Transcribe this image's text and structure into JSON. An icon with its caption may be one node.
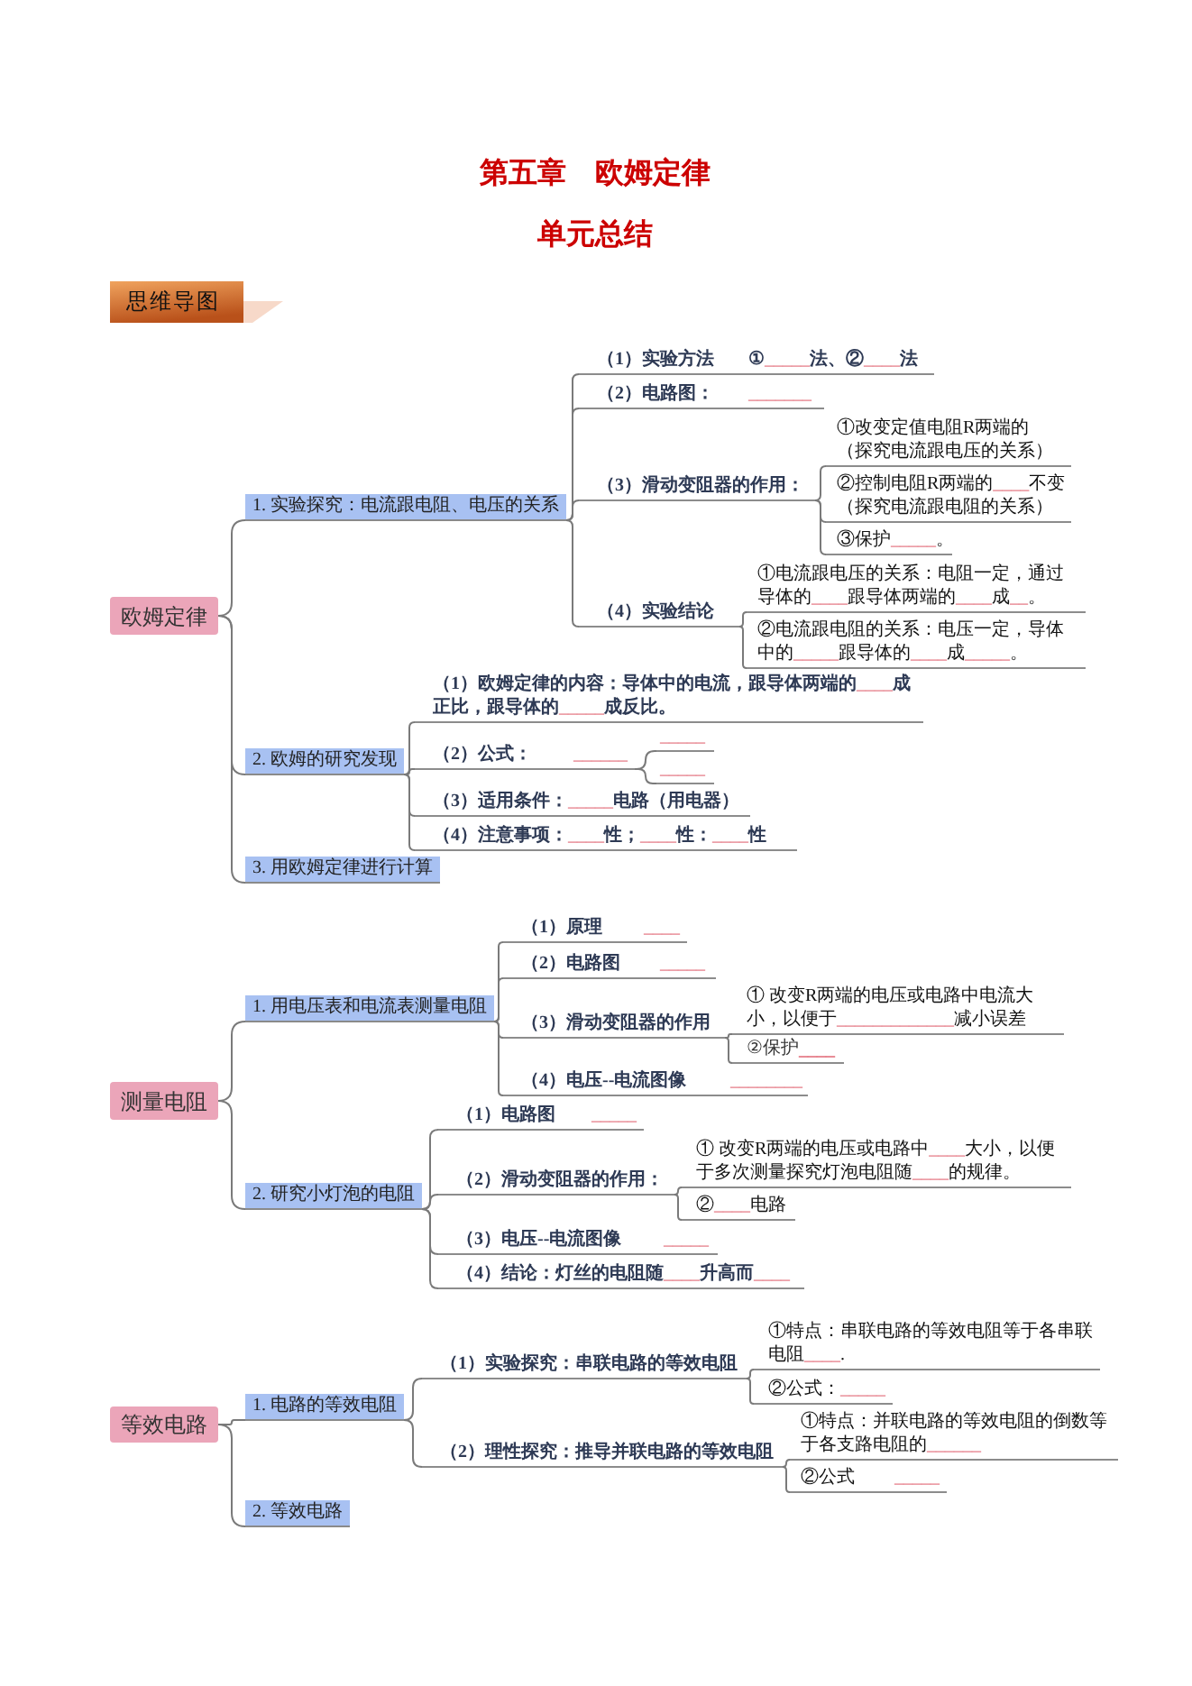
{
  "diagram": {
    "title": "第五章　欧姆定律",
    "nodes": [
      {
        "text": [
          "欧姆定律"
        ]
      },
      {
        "text": [
          "1. 实验探究：电流跟电阻、电压的关系"
        ]
      },
      {
        "text": [
          "（1）实验方法",
          "①_____法、②____法"
        ]
      },
      {
        "text": [
          "（2）电路图：",
          "_______"
        ]
      },
      {
        "text": [
          "（3）滑动变阻器的作用："
        ]
      },
      {
        "text": [
          "①改变定值电阻R两端的（探究电流跟电压的关系）"
        ]
      },
      {
        "text": [
          "②控制电阻R两端的____不变（探究电流跟电阻的关系）"
        ]
      },
      {
        "text": [
          "③保护_____。"
        ]
      },
      {
        "text": [
          "（4）实验结论"
        ]
      },
      {
        "text": [
          "①电流跟电压的关系：电阻一定，通过导体的____跟导体两端的____成__。"
        ]
      },
      {
        "text": [
          "②电流跟电阻的关系：电压一定，导体中的_____跟导体的____成_____。"
        ]
      },
      {
        "text": [
          "2. 欧姆的研究发现"
        ]
      },
      {
        "text": [
          "（1）欧姆定律的内容：导体中的电流，跟导体两端的____成正比，跟导体的_____成反比。"
        ]
      },
      {
        "text": [
          "（2）公式：",
          "______"
        ]
      },
      {
        "text": [
          "_____"
        ]
      },
      {
        "text": [
          "_____"
        ]
      },
      {
        "text": [
          "（3）适用条件：_____电路（用电器）"
        ]
      },
      {
        "text": [
          "（4）注意事项：____性；____性：____性"
        ]
      },
      {
        "text": [
          "3. 用欧姆定律进行计算"
        ]
      },
      {
        "text": [
          "测量电阻"
        ]
      },
      {
        "text": [
          "1. 用电压表和电流表测量电阻"
        ]
      },
      {
        "text": [
          "（1）原理",
          "____"
        ]
      },
      {
        "text": [
          "（2）电路图",
          "_____"
        ]
      },
      {
        "text": [
          "（3）滑动变阻器的作用"
        ]
      },
      {
        "text": [
          "① 改变R两端的电压或电路中电流大小，以便于_____________减小误差"
        ]
      },
      {
        "text": [
          "②保护____"
        ]
      },
      {
        "text": [
          "（4）电压--电流图像",
          "________"
        ]
      },
      {
        "text": [
          "2. 研究小灯泡的电阻"
        ]
      },
      {
        "text": [
          "（1）电路图",
          "_____"
        ]
      },
      {
        "text": [
          "（2）滑动变阻器的作用："
        ]
      },
      {
        "text": [
          "① 改变R两端的电压或电路中____大小，以便于多次测量探究灯泡电阻随____的规律。"
        ]
      },
      {
        "text": [
          "②____电路"
        ]
      },
      {
        "text": [
          "（3）电压--电流图像",
          "_____"
        ]
      },
      {
        "text": [
          "（4）结论：灯丝的电阻随____升高而____"
        ]
      },
      {
        "text": [
          "等效电路"
        ]
      },
      {
        "text": [
          "1. 电路的等效电阻"
        ]
      },
      {
        "text": [
          "（1）实验探究：串联电路的等效电阻"
        ]
      },
      {
        "text": [
          "①特点：串联电路的等效电阻等于各串联电阻____."
        ]
      },
      {
        "text": [
          "②公式：_____"
        ]
      },
      {
        "text": [
          "（2）理性探究：推导并联电路的等效电阻"
        ]
      },
      {
        "text": [
          "①特点：并联电路的等效电阻的倒数等于各支路电阻的______"
        ]
      },
      {
        "text": [
          "②公式",
          "_____"
        ]
      },
      {
        "text": [
          "2. 等效电路"
        ]
      }
    ],
    "edges": [
      {
        "from": 0,
        "to": 1,
        "arrow": "none"
      },
      {
        "from": 0,
        "to": 11,
        "arrow": "none"
      },
      {
        "from": 0,
        "to": 18,
        "arrow": "none"
      },
      {
        "from": 1,
        "to": 2,
        "arrow": "none"
      },
      {
        "from": 1,
        "to": 3,
        "arrow": "none"
      },
      {
        "from": 1,
        "to": 4,
        "arrow": "none"
      },
      {
        "from": 1,
        "to": 8,
        "arrow": "none"
      },
      {
        "from": 4,
        "to": 5,
        "arrow": "none"
      },
      {
        "from": 4,
        "to": 6,
        "arrow": "none"
      },
      {
        "from": 4,
        "to": 7,
        "arrow": "none"
      },
      {
        "from": 8,
        "to": 9,
        "arrow": "none"
      },
      {
        "from": 8,
        "to": 10,
        "arrow": "none"
      },
      {
        "from": 11,
        "to": 12,
        "arrow": "none"
      },
      {
        "from": 11,
        "to": 13,
        "arrow": "none"
      },
      {
        "from": 11,
        "to": 16,
        "arrow": "none"
      },
      {
        "from": 11,
        "to": 17,
        "arrow": "none"
      },
      {
        "from": 13,
        "to": 14,
        "arrow": "none"
      },
      {
        "from": 13,
        "to": 15,
        "arrow": "none"
      },
      {
        "from": 19,
        "to": 20,
        "arrow": "none"
      },
      {
        "from": 19,
        "to": 27,
        "arrow": "none"
      },
      {
        "from": 20,
        "to": 21,
        "arrow": "none"
      },
      {
        "from": 20,
        "to": 22,
        "arrow": "none"
      },
      {
        "from": 20,
        "to": 23,
        "arrow": "none"
      },
      {
        "from": 20,
        "to": 26,
        "arrow": "none"
      },
      {
        "from": 23,
        "to": 24,
        "arrow": "none"
      },
      {
        "from": 23,
        "to": 25,
        "arrow": "none"
      },
      {
        "from": 27,
        "to": 28,
        "arrow": "none"
      },
      {
        "from": 27,
        "to": 29,
        "arrow": "none"
      },
      {
        "from": 27,
        "to": 32,
        "arrow": "none"
      },
      {
        "from": 27,
        "to": 33,
        "arrow": "none"
      },
      {
        "from": 29,
        "to": 30,
        "arrow": "none"
      },
      {
        "from": 29,
        "to": 31,
        "arrow": "none"
      },
      {
        "from": 34,
        "to": 35,
        "arrow": "none"
      },
      {
        "from": 34,
        "to": 42,
        "arrow": "none"
      },
      {
        "from": 35,
        "to": 36,
        "arrow": "none"
      },
      {
        "from": 35,
        "to": 39,
        "arrow": "none"
      },
      {
        "from": 36,
        "to": 37,
        "arrow": "none"
      },
      {
        "from": 36,
        "to": 38,
        "arrow": "none"
      },
      {
        "from": 39,
        "to": 40,
        "arrow": "none"
      },
      {
        "from": 39,
        "to": 41,
        "arrow": "none"
      }
    ],
    "labels": [
      "单元总结",
      "思维导图"
    ]
  }
}
